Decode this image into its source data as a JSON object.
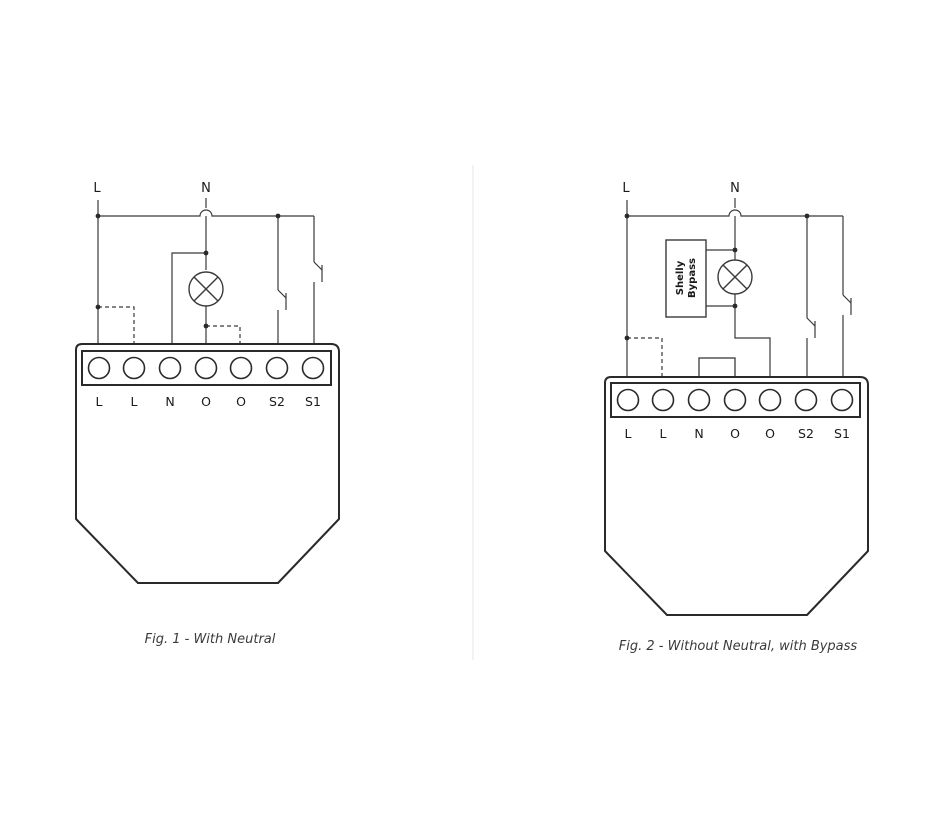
{
  "figures": [
    {
      "supply_labels": {
        "line": "L",
        "neutral": "N"
      },
      "terminals": [
        "L",
        "L",
        "N",
        "O",
        "O",
        "S2",
        "S1"
      ],
      "caption": "Fig. 1 - With Neutral"
    },
    {
      "supply_labels": {
        "line": "L",
        "neutral": "N"
      },
      "terminals": [
        "L",
        "L",
        "N",
        "O",
        "O",
        "S2",
        "S1"
      ],
      "bypass_label": [
        "Shelly",
        "Bypass"
      ],
      "caption": "Fig. 2 - Without Neutral, with Bypass"
    }
  ]
}
